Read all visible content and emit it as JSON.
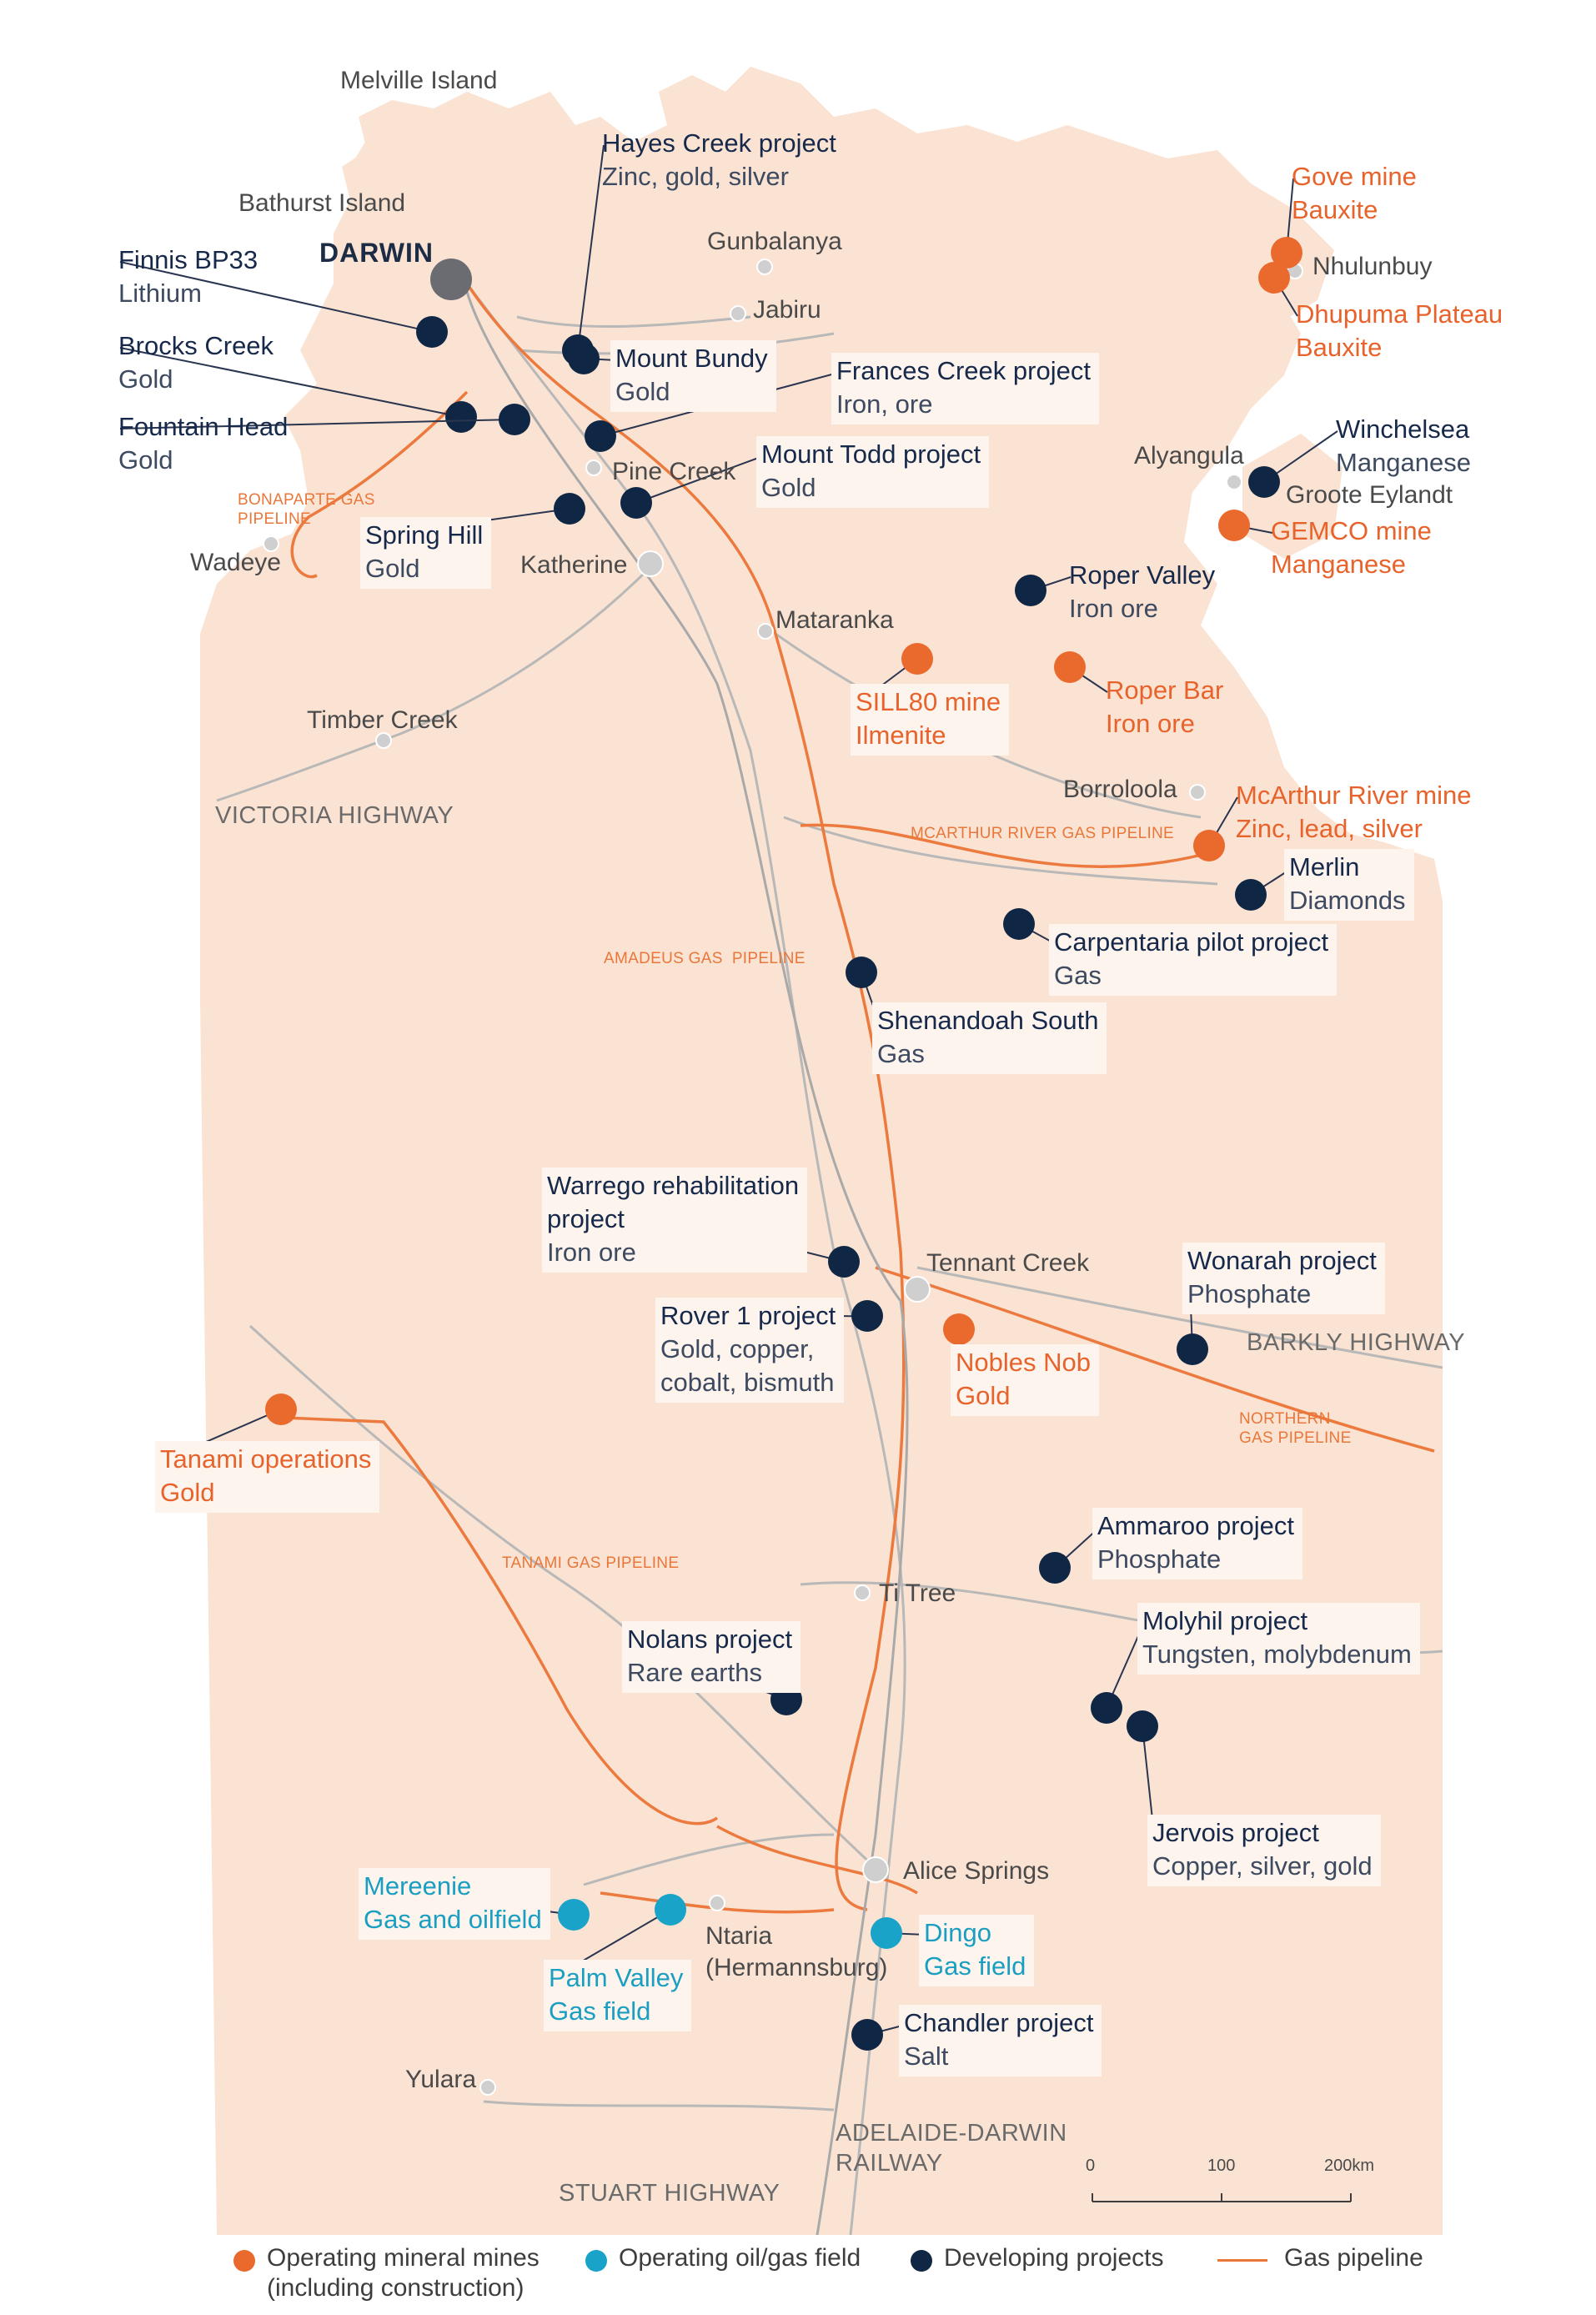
{
  "colors": {
    "land": "#fbe3d3",
    "operating_mine": "#ea6a2e",
    "operating_gas": "#19a3c8",
    "developing": "#0f2744",
    "pipeline": "#ec7a3e",
    "road": "#b8b8b8",
    "town": "#cfcfcf",
    "capital": "#6b6b72"
  },
  "islands": [
    "Melville Island",
    "Bathurst Island"
  ],
  "capital": "DARWIN",
  "towns": [
    "Gunbalanya",
    "Jabiru",
    "Pine Creek",
    "Katherine",
    "Wadeye",
    "Mataranka",
    "Timber Creek",
    "Borroloola",
    "Alyangula",
    "Nhulunbuy",
    "Groote Eylandt",
    "Tennant Creek",
    "Ti Tree",
    "Alice Springs",
    "Ntaria\n(Hermannsburg)",
    "Yulara"
  ],
  "roads": [
    "VICTORIA HIGHWAY",
    "BARKLY HIGHWAY",
    "STUART HIGHWAY",
    "ADELAIDE-DARWIN\nRAILWAY"
  ],
  "pipelines": [
    "BONAPARTE GAS\nPIPELINE",
    "MCARTHUR RIVER GAS PIPELINE",
    "AMADEUS GAS  PIPELINE",
    "NORTHERN\nGAS PIPELINE",
    "TANAMI GAS PIPELINE"
  ],
  "sites": [
    {
      "name": "Hayes Creek project",
      "commodity": "Zinc, gold, silver",
      "status": "developing"
    },
    {
      "name": "Finnis BP33",
      "commodity": "Lithium",
      "status": "developing"
    },
    {
      "name": "Brocks Creek",
      "commodity": "Gold",
      "status": "developing"
    },
    {
      "name": "Fountain Head",
      "commodity": "Gold",
      "status": "developing"
    },
    {
      "name": "Mount Bundy",
      "commodity": "Gold",
      "status": "developing"
    },
    {
      "name": "Frances Creek project",
      "commodity": "Iron, ore",
      "status": "developing"
    },
    {
      "name": "Mount Todd project",
      "commodity": "Gold",
      "status": "developing"
    },
    {
      "name": "Spring Hill",
      "commodity": "Gold",
      "status": "developing"
    },
    {
      "name": "Gove mine",
      "commodity": "Bauxite",
      "status": "operating_mine"
    },
    {
      "name": "Dhupuma Plateau",
      "commodity": "Bauxite",
      "status": "operating_mine"
    },
    {
      "name": "Winchelsea",
      "commodity": "Manganese",
      "status": "developing"
    },
    {
      "name": "GEMCO mine",
      "commodity": "Manganese",
      "status": "operating_mine"
    },
    {
      "name": "Roper Valley",
      "commodity": "Iron ore",
      "status": "developing"
    },
    {
      "name": "SILL80 mine",
      "commodity": "Ilmenite",
      "status": "operating_mine"
    },
    {
      "name": "Roper Bar",
      "commodity": "Iron ore",
      "status": "operating_mine"
    },
    {
      "name": "McArthur River mine",
      "commodity": "Zinc, lead, silver",
      "status": "operating_mine"
    },
    {
      "name": "Merlin",
      "commodity": "Diamonds",
      "status": "developing"
    },
    {
      "name": "Carpentaria pilot project",
      "commodity": "Gas",
      "status": "developing"
    },
    {
      "name": "Shenandoah South",
      "commodity": "Gas",
      "status": "developing"
    },
    {
      "name": "Warrego rehabilitation\nproject",
      "commodity": "Iron ore",
      "status": "developing"
    },
    {
      "name": "Rover 1 project",
      "commodity": "Gold, copper,\ncobalt, bismuth",
      "status": "developing"
    },
    {
      "name": "Nobles Nob",
      "commodity": "Gold",
      "status": "operating_mine"
    },
    {
      "name": "Wonarah project",
      "commodity": "Phosphate",
      "status": "developing"
    },
    {
      "name": "Tanami operations",
      "commodity": "Gold",
      "status": "operating_mine"
    },
    {
      "name": "Ammaroo project",
      "commodity": "Phosphate",
      "status": "developing"
    },
    {
      "name": "Molyhil project",
      "commodity": "Tungsten, molybdenum",
      "status": "developing"
    },
    {
      "name": "Nolans project",
      "commodity": "Rare earths",
      "status": "developing"
    },
    {
      "name": "Jervois project",
      "commodity": "Copper, silver, gold",
      "status": "developing"
    },
    {
      "name": "Mereenie",
      "commodity": "Gas and oilfield",
      "status": "operating_gas"
    },
    {
      "name": "Palm Valley",
      "commodity": "Gas field",
      "status": "operating_gas"
    },
    {
      "name": "Dingo",
      "commodity": "Gas field",
      "status": "operating_gas"
    },
    {
      "name": "Chandler project",
      "commodity": "Salt",
      "status": "developing"
    }
  ],
  "scale": {
    "ticks": [
      "0",
      "100",
      "200km"
    ]
  },
  "legend": [
    {
      "label": "Operating mineral mines\n(including construction)",
      "kind": "operating_mine"
    },
    {
      "label": "Operating oil/gas field",
      "kind": "operating_gas"
    },
    {
      "label": "Developing projects",
      "kind": "developing"
    },
    {
      "label": "Gas pipeline",
      "kind": "pipeline"
    }
  ]
}
